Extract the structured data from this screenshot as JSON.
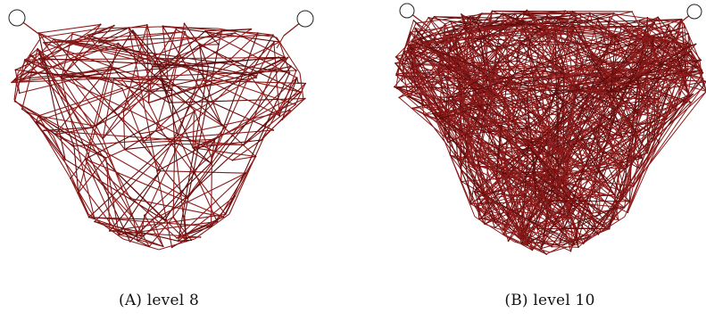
{
  "colors": {
    "edge": "#8b1a1a",
    "edge_dark": "#5e0c0c",
    "vertex_ring": "#222222",
    "background": "#ffffff"
  },
  "figures": [
    {
      "label": "(A)",
      "caption": "level 8"
    },
    {
      "label": "(B)",
      "caption": "level 10"
    }
  ]
}
